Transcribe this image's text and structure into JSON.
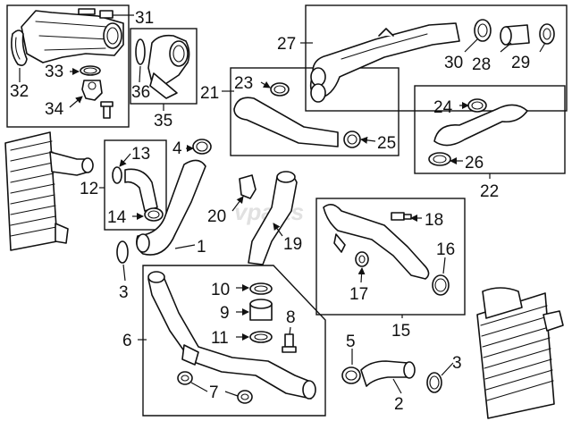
{
  "watermark": "vparts",
  "callouts": {
    "c1": "1",
    "c2": "2",
    "c3a": "3",
    "c3b": "3",
    "c4": "4",
    "c5": "5",
    "c6": "6",
    "c7": "7",
    "c8": "8",
    "c9": "9",
    "c10": "10",
    "c11": "11",
    "c12": "12",
    "c13": "13",
    "c14": "14",
    "c15": "15",
    "c16": "16",
    "c17": "17",
    "c18": "18",
    "c19": "19",
    "c20": "20",
    "c21": "21",
    "c22": "22",
    "c23": "23",
    "c24": "24",
    "c25": "25",
    "c26": "26",
    "c27": "27",
    "c28": "28",
    "c29": "29",
    "c30": "30",
    "c31": "31",
    "c32": "32",
    "c33": "33",
    "c34": "34",
    "c35": "35",
    "c36": "36"
  }
}
